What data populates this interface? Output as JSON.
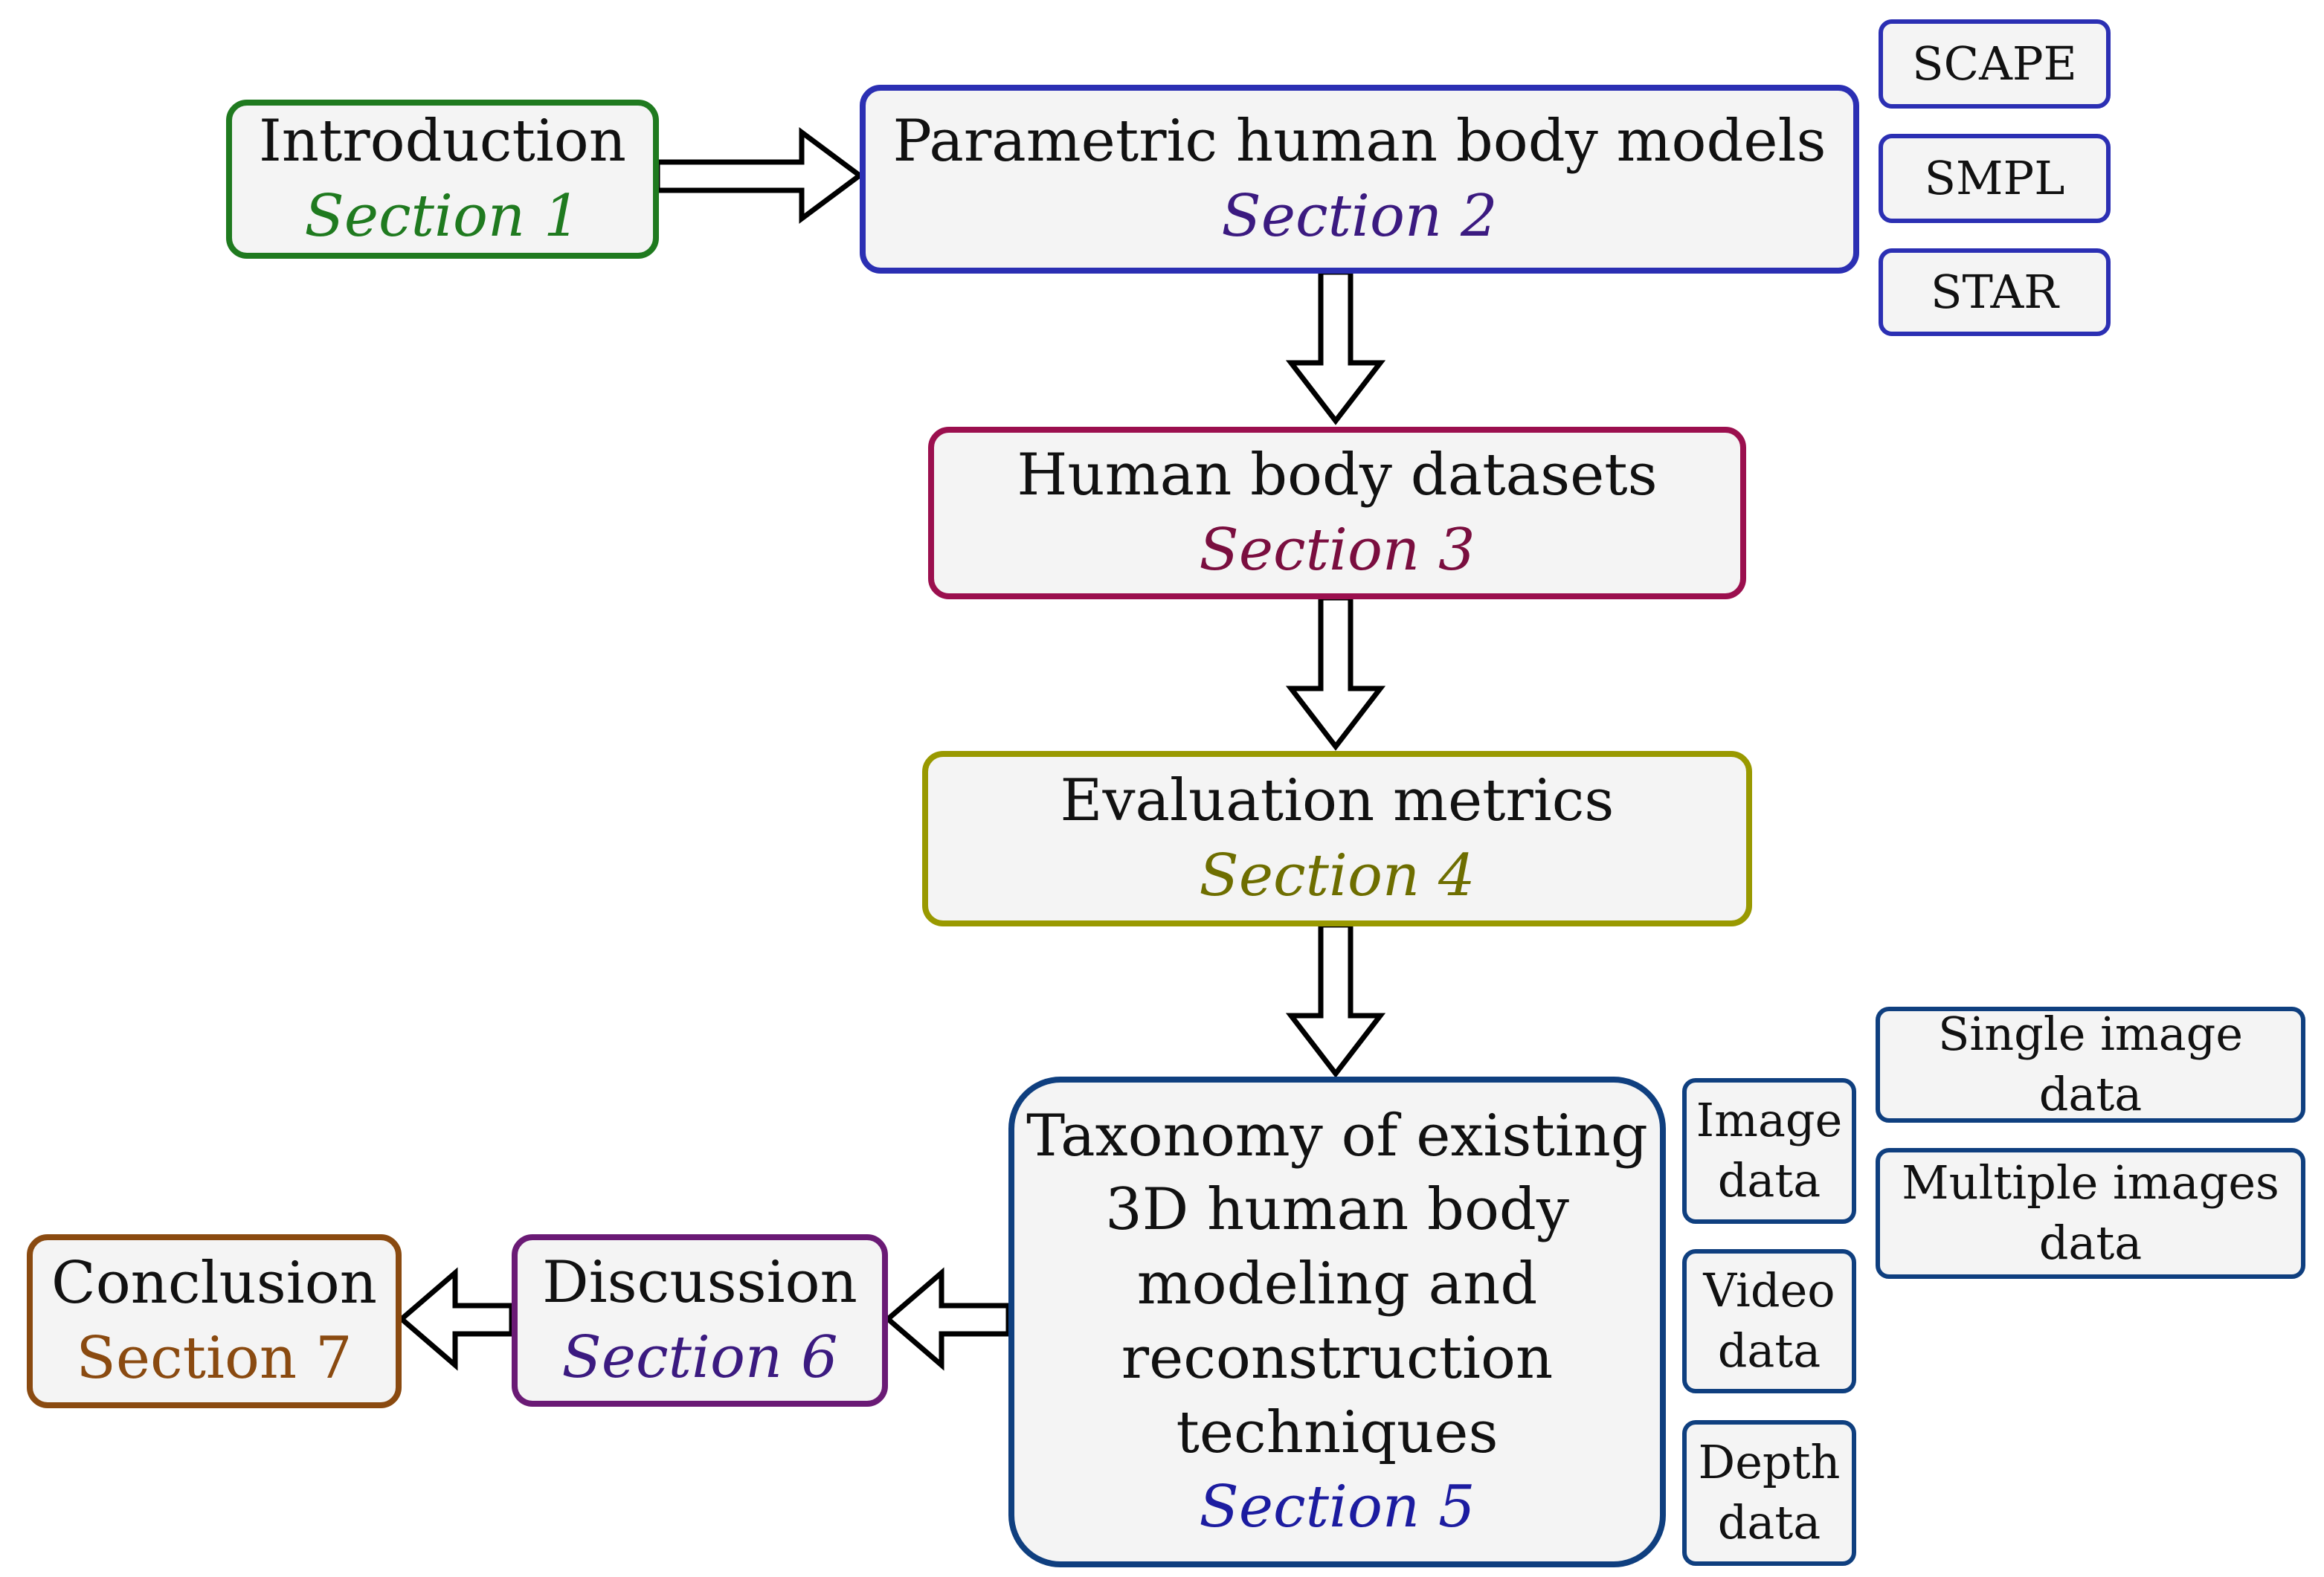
{
  "colors": {
    "section1": "#1f7a1f",
    "section2": "#2b2fb3",
    "section3": "#9b0f4e",
    "section4": "#999900",
    "section5": "#0f3f7f",
    "section6": "#6a1a75",
    "section7": "#8a4a10",
    "section1_text": "#1f7a1f",
    "section2_text": "#3b1a80",
    "section3_text": "#7a0e3f",
    "section4_text": "#6e6e00",
    "section5_text": "#1c1ca0",
    "section6_text": "#3b1a80",
    "section7_text": "#8a4a10"
  },
  "nodes": {
    "introduction": {
      "title": "Introduction",
      "section": "Section 1"
    },
    "parametric": {
      "title": "Parametric human body models",
      "section": "Section 2"
    },
    "datasets": {
      "title": "Human body datasets",
      "section": "Section 3"
    },
    "metrics": {
      "title": "Evaluation metrics",
      "section": "Section 4"
    },
    "taxonomy": {
      "lines": [
        "Taxonomy of existing",
        "3D human body",
        "modeling and",
        "reconstruction",
        "techniques"
      ],
      "section": "Section 5"
    },
    "discussion": {
      "title": "Discussion",
      "section": "Section 6"
    },
    "conclusion": {
      "title": "Conclusion",
      "section": "Section 7"
    }
  },
  "model_tags": [
    "SCAPE",
    "SMPL",
    "STAR"
  ],
  "data_tags": {
    "image": [
      "Image",
      "data"
    ],
    "video": [
      "Video",
      "data"
    ],
    "depth": [
      "Depth",
      "data"
    ]
  },
  "image_subtags": {
    "single": "Single image data",
    "multiple": [
      "Multiple images",
      "data"
    ]
  }
}
